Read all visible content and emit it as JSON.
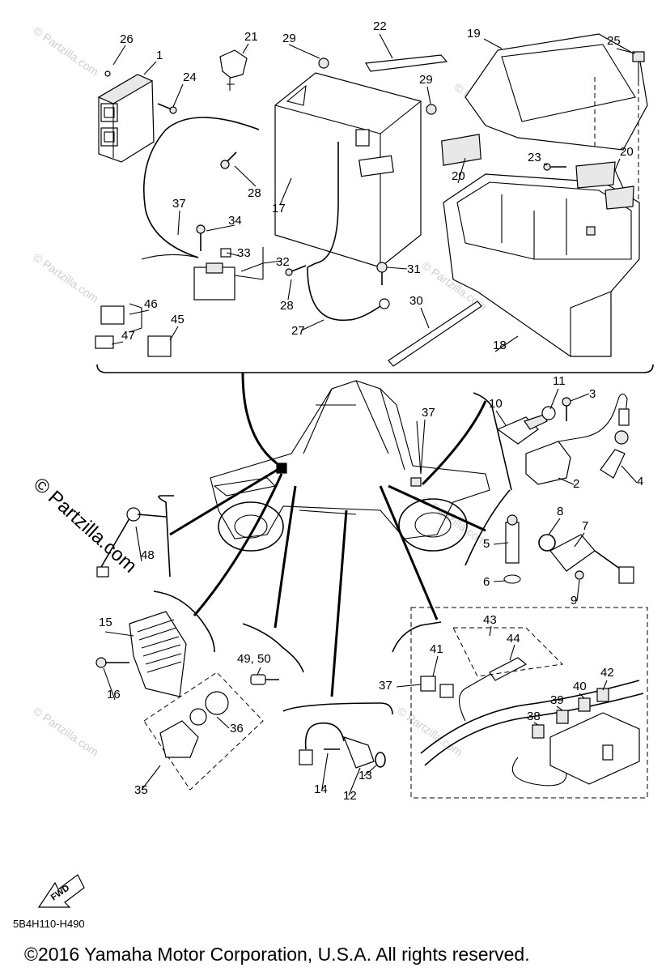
{
  "callouts": {
    "c1": "1",
    "c2": "2",
    "c3": "3",
    "c4": "4",
    "c5": "5",
    "c6": "6",
    "c7": "7",
    "c8": "8",
    "c9": "9",
    "c10": "10",
    "c11": "11",
    "c12": "12",
    "c13": "13",
    "c14": "14",
    "c15": "15",
    "c16": "16",
    "c17": "17",
    "c18": "18",
    "c19": "19",
    "c20a": "20",
    "c20b": "20",
    "c21": "21",
    "c22": "22",
    "c23": "23",
    "c24": "24",
    "c25": "25",
    "c26": "26",
    "c27": "27",
    "c28a": "28",
    "c28b": "28",
    "c29a": "29",
    "c29b": "29",
    "c30": "30",
    "c31": "31",
    "c32": "32",
    "c33": "33",
    "c34": "34",
    "c35": "35",
    "c36": "36",
    "c37a": "37",
    "c37b": "37",
    "c37c": "37",
    "c38": "38",
    "c39": "39",
    "c40": "40",
    "c41": "41",
    "c42": "42",
    "c43": "43",
    "c44": "44",
    "c45": "45",
    "c46": "46",
    "c47": "47",
    "c48": "48",
    "c4950": "49, 50"
  },
  "watermark": {
    "brand": "© Partzilla.com",
    "brand_large": "© Partzilla.com"
  },
  "diagram_code": "5B4H110-H490",
  "fwd_label": "FWD",
  "copyright": "©2016 Yamaha Motor Corporation, U.S.A. All rights reserved."
}
